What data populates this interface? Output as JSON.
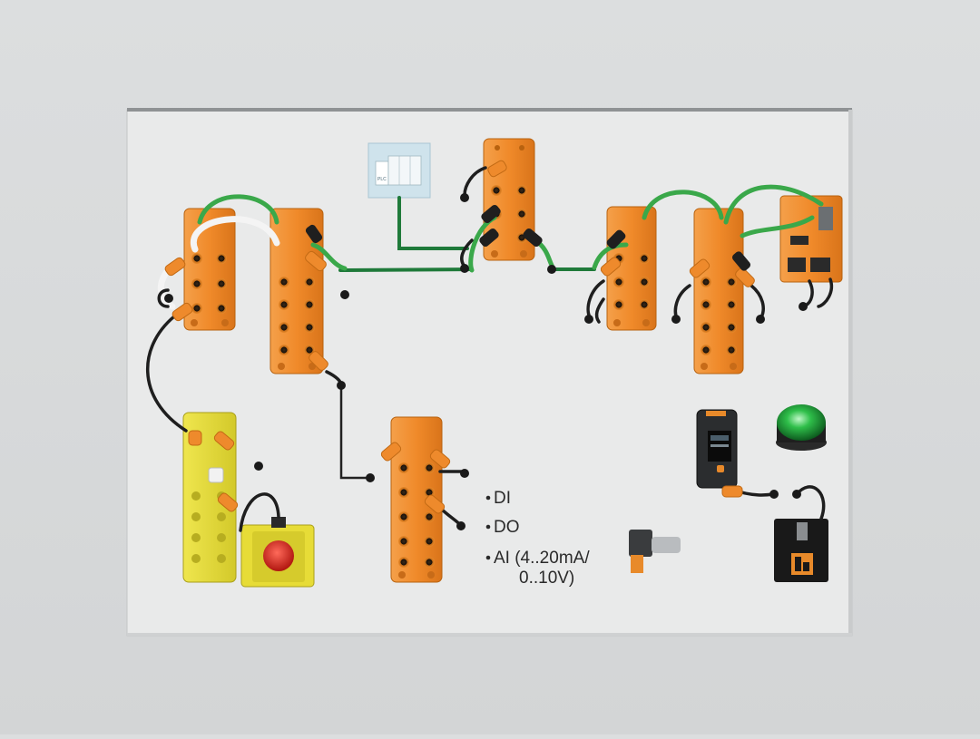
{
  "panel_labels": {
    "di": "DI",
    "do": "DO",
    "ai_line1": "AI (4..20mA/",
    "ai_line2": "0..10V)"
  },
  "plc_tag": "PLC",
  "colors": {
    "module_orange": "#f08a2a",
    "safety_yellow": "#e7dc37",
    "ethernet_green": "#3aa84a",
    "fieldbus_cable": "#1f7a3a",
    "estop_red": "#d8261f",
    "signal_lamp_green": "#2fbf4a"
  },
  "icons": {
    "di_bullet": "bullet",
    "do_bullet": "bullet",
    "ai_bullet": "bullet"
  }
}
